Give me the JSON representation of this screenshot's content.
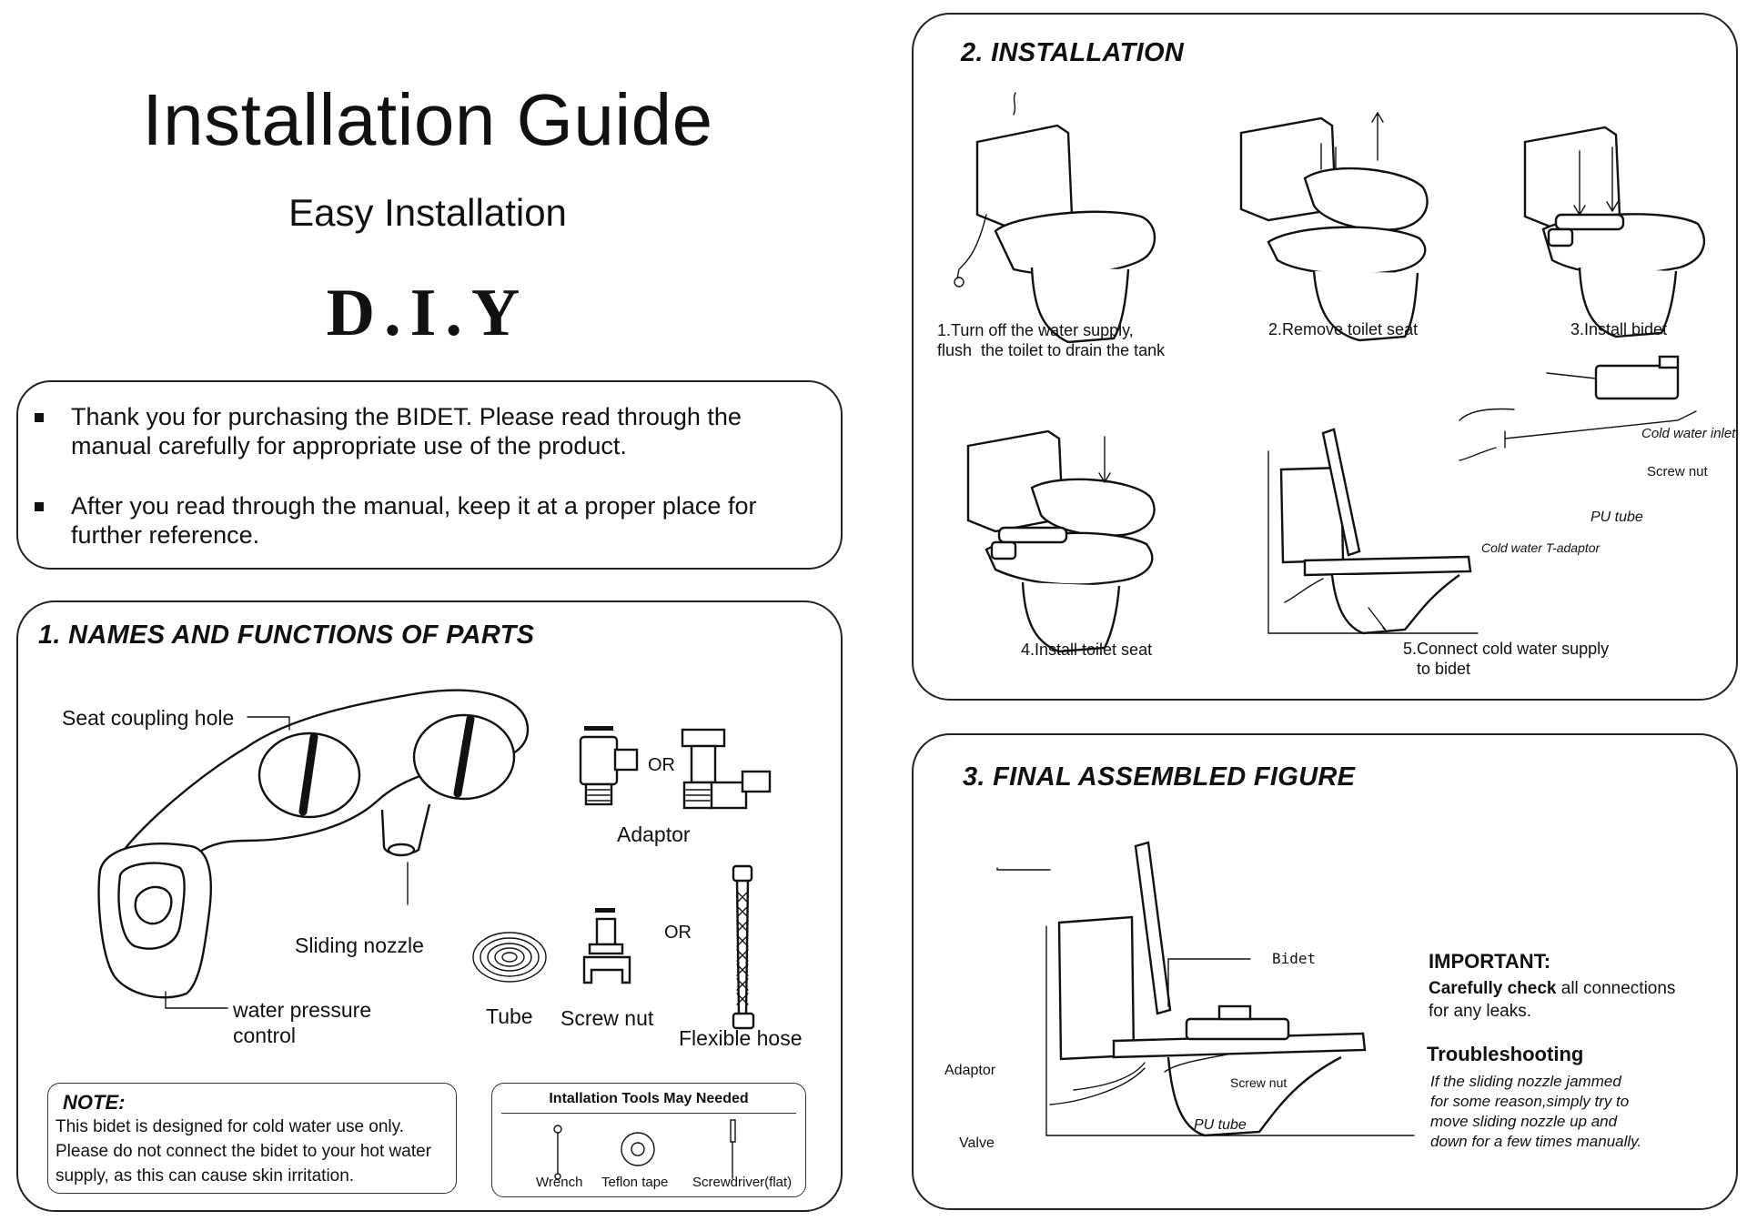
{
  "header": {
    "title": "Installation Guide",
    "subtitle": "Easy Installation",
    "diy": "D.I.Y"
  },
  "intro": {
    "bullets": [
      "Thank you for purchasing the BIDET. Please read through the manual carefully for appropriate use of the product.",
      "After you read through the manual, keep it at a proper place for further reference."
    ]
  },
  "parts": {
    "heading": "1. NAMES AND FUNCTIONS OF PARTS",
    "labels": {
      "seat_coupling_hole": "Seat coupling hole",
      "sliding_nozzle": "Sliding nozzle",
      "water_pressure_control": "water pressure\ncontrol",
      "or_1": "OR",
      "adaptor": "Adaptor",
      "or_2": "OR",
      "tube": "Tube",
      "screw_nut": "Screw nut",
      "flexible_hose": "Flexible hose"
    },
    "note": {
      "heading": "NOTE:",
      "text": "This bidet is designed for cold water use only. Please do not connect the bidet to your hot water supply, as this can cause skin irritation."
    },
    "tools": {
      "heading": "Intallation Tools May Needed",
      "items": [
        "Wrench",
        "Teflon tape",
        "Screwdriver(flat)"
      ]
    }
  },
  "installation": {
    "heading": "2. INSTALLATION",
    "steps": [
      "1.Turn off the water supply,\nflush  the toilet to drain the tank",
      "2.Remove  toilet seat",
      "3.Install bidet",
      "4.Install toilet seat",
      "5.Connect cold water supply\n   to bidet"
    ],
    "callouts": {
      "cold_water_inlet": "Cold water inlet",
      "screw_nut": "Screw nut",
      "pu_tube": "PU tube",
      "t_adaptor": "Cold water T-adaptor"
    }
  },
  "final": {
    "heading": "3. FINAL ASSEMBLED FIGURE",
    "callouts": {
      "bidet": "Bidet",
      "adaptor": "Adaptor",
      "screw_nut": "Screw nut",
      "pu_tube": "PU tube",
      "valve": "Valve"
    },
    "important": {
      "heading": "IMPORTANT:",
      "bold": "Carefully check",
      "text": " all connections\nfor any leaks."
    },
    "troubleshooting": {
      "heading": "Troubleshooting",
      "text": "If the sliding nozzle jammed\nfor some reason,simply try to\nmove sliding nozzle up and\ndown for a few times manually."
    }
  }
}
